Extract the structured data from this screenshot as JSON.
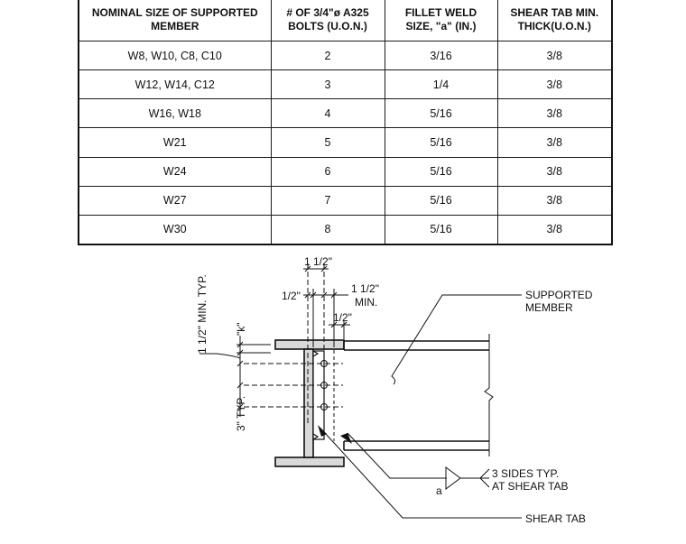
{
  "table": {
    "headers": [
      [
        "NOMINAL SIZE OF SUPPORTED",
        "MEMBER"
      ],
      [
        "# OF 3/4\"ø A325",
        "BOLTS (U.O.N.)"
      ],
      [
        "FILLET WELD",
        "SIZE, \"a\" (IN.)"
      ],
      [
        "SHEAR TAB MIN.",
        "THICK(U.O.N.)"
      ]
    ],
    "rows": [
      [
        "W8, W10, C8, C10",
        "2",
        "3/16",
        "3/8"
      ],
      [
        "W12, W14, C12",
        "3",
        "1/4",
        "3/8"
      ],
      [
        "W16, W18",
        "4",
        "5/16",
        "3/8"
      ],
      [
        "W21",
        "5",
        "5/16",
        "3/8"
      ],
      [
        "W24",
        "6",
        "5/16",
        "3/8"
      ],
      [
        "W27",
        "7",
        "5/16",
        "3/8"
      ],
      [
        "W30",
        "8",
        "5/16",
        "3/8"
      ]
    ]
  },
  "detail": {
    "dim_top_1": "1 1/2\"",
    "dim_half_left": "1/2\"",
    "dim_min_1": "1 1/2\"",
    "dim_min_2": "MIN.",
    "dim_half_right": "1/2\"",
    "dim_k": "\"k\"",
    "dim_edge": "1 1/2\" MIN. TYP.",
    "dim_spacing": "3\" TYP.",
    "supported_member_1": "SUPPORTED",
    "supported_member_2": "MEMBER",
    "weld_note_1": "3 SIDES TYP.",
    "weld_note_2": "AT SHEAR TAB",
    "weld_size": "a",
    "shear_tab": "SHEAR TAB"
  }
}
